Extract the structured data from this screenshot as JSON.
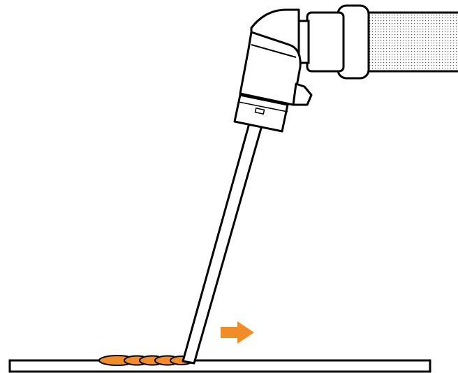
{
  "colors": {
    "stroke": "#000000",
    "fill": "#ffffff",
    "accent": "#f28c28",
    "hose_texture": "#555555"
  },
  "elements": {
    "hose": "flexible-hose",
    "torch_body": "welding-torch-handle",
    "electrode": "electrode-rod",
    "weld_bead": "weld-bead",
    "direction_arrow": "travel-direction-arrow",
    "workpiece": "base-plate"
  }
}
